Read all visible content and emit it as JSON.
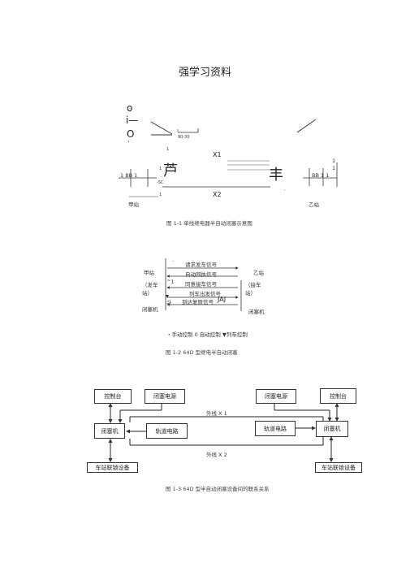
{
  "page": {
    "title": "强学习资料"
  },
  "fig1": {
    "glyph_top": "o",
    "glyph_i": "i—",
    "glyph_o2": "O",
    "glyph_dot": "·",
    "small_label": "90-30",
    "mark_1": "1",
    "mark_1b": "1",
    "x1": "X1",
    "x2": "X2",
    "bb_left": "1 BB 1",
    "bb_right": "BB 1 1",
    "sc": "-SC",
    "char_mid": "芦",
    "char_right": "丰",
    "right_top": "1",
    "right_top2": "1",
    "comma": ",",
    "station_a": "甲站",
    "station_b": "乙站",
    "caption": "图 1-1 单线继电器半自动闭塞示意图"
  },
  "fig2": {
    "left_station": "甲站",
    "left_role": "（发车\n站）",
    "left_machine": "闭塞机",
    "right_station": "乙站",
    "right_role": "（接车\n站）",
    "right_machine": "闭塞机",
    "signals": [
      "请求发车信号",
      "自动回执信号",
      "同意接车信号",
      "列车出发信号",
      "到达复原信号"
    ],
    "sig5_suffix": "JAJ",
    "mark_a": "·",
    "mark_b": "^1",
    "mark_c": "斗",
    "legend": "・手动控制  0 自动控制  ▼列车控制",
    "caption": "图 1-2 64D 型继电半自动闭塞"
  },
  "fig3": {
    "left_console": "控制台",
    "left_power": "闭塞电源",
    "right_power": "闭塞电源",
    "right_console": "控制台",
    "left_machine": "闭塞机",
    "left_track": "轨道电路",
    "right_track": "轨道电路",
    "right_machine": "闭塞机",
    "line1": "外线 X 1",
    "line2": "外线 X 2",
    "left_interlock": "车站联锁设备",
    "right_interlock": "车站联锁设备",
    "caption": "图 1-3 64D 型半自动闭塞设备间的联系关系"
  }
}
